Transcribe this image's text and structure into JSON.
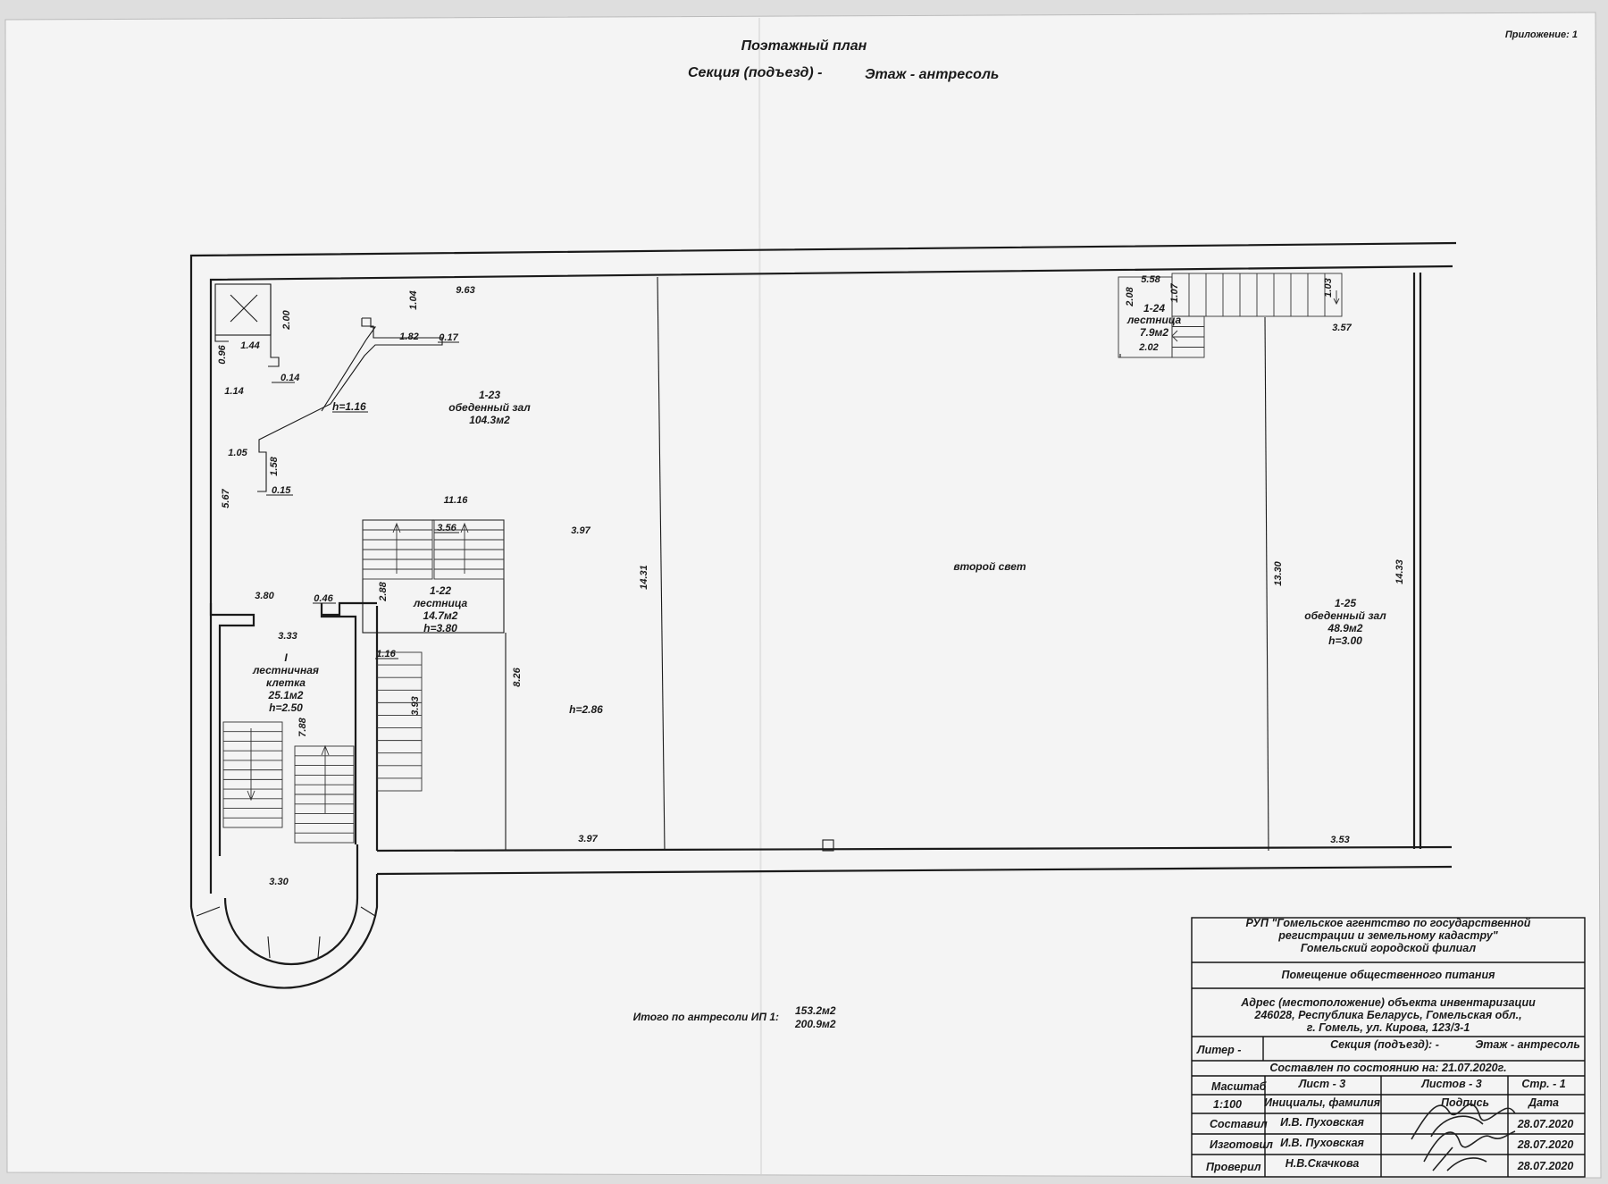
{
  "header": {
    "appendix": "Приложение: 1",
    "title": "Поэтажный план",
    "section": "Секция (подъезд) -",
    "floor": "Этаж - антресоль"
  },
  "rooms": {
    "r23": {
      "num": "1-23",
      "name": "обеденный зал",
      "area": "104.3м2",
      "height": "h=1.16"
    },
    "r22": {
      "num": "1-22",
      "name": "лестница",
      "area": "14.7м2",
      "height": "h=3.80"
    },
    "r24": {
      "num": "1-24",
      "name": "лестница",
      "area": "7.9м2"
    },
    "r25": {
      "num": "1-25",
      "name": "обеденный зал",
      "area": "48.9м2",
      "height": "h=3.00"
    },
    "cage": {
      "num": "I",
      "name1": "лестничная",
      "name2": "клетка",
      "area": "25.1м2",
      "height": "h=2.50"
    },
    "light": "второй свет",
    "hall_height": "h=2.86"
  },
  "dims": {
    "d963": "9.63",
    "d104": "1.04",
    "d182": "1.82",
    "d017": "0.17",
    "d144": "1.44",
    "d200": "2.00",
    "d096": "0.96",
    "d014": "0.14",
    "d114": "1.14",
    "d105": "1.05",
    "d158": "1.58",
    "d015": "0.15",
    "d567": "5.67",
    "d1116": "11.16",
    "d356": "3.56",
    "d397a": "3.97",
    "d1431": "14.31",
    "d380": "3.80",
    "d046": "0.46",
    "d288": "2.88",
    "d333": "3.33",
    "d116b": "1.16",
    "d826": "8.26",
    "d393": "3.93",
    "d788": "7.88",
    "d397b": "3.97",
    "d330": "3.30",
    "d558": "5.58",
    "d208": "2.08",
    "d107": "1.07",
    "d103": "1.03",
    "d357": "3.57",
    "d202": "2.02",
    "d1330": "13.30",
    "d1433": "14.33",
    "d353": "3.53"
  },
  "totals": {
    "label": "Итого по антресоли ИП 1:",
    "v1": "153.2м2",
    "v2": "200.9м2"
  },
  "title_block": {
    "org1": "РУП \"Гомельское агентство по государственной",
    "org2": "регистрации и земельному кадастру\"",
    "org3": "Гомельский городской филиал",
    "object": "Помещение общественного питания",
    "addr1": "Адрес (местоположение) объекта инвентаризации",
    "addr2": "246028, Республика Беларусь, Гомельская обл.,",
    "addr3": "г. Гомель, ул. Кирова, 123/3-1",
    "liter": "Литер -",
    "section": "Секция (подъезд): -",
    "floor": "Этаж - антресоль",
    "state": "Составлен по состоянию на: 21.07.2020г.",
    "scale_label": "Масштаб",
    "sheet": "Лист - 3",
    "sheets": "Листов - 3",
    "page": "Стр. - 1",
    "scale": "1:100",
    "col_names": "Инициалы, фамилия",
    "col_sign": "Подпись",
    "col_date": "Дата",
    "rows": [
      {
        "role": "Составил",
        "name": "И.В. Пуховская",
        "date": "28.07.2020"
      },
      {
        "role": "Изготовил",
        "name": "И.В. Пуховская",
        "date": "28.07.2020"
      },
      {
        "role": "Проверил",
        "name": "Н.В.Скачкова",
        "date": "28.07.2020"
      }
    ]
  }
}
